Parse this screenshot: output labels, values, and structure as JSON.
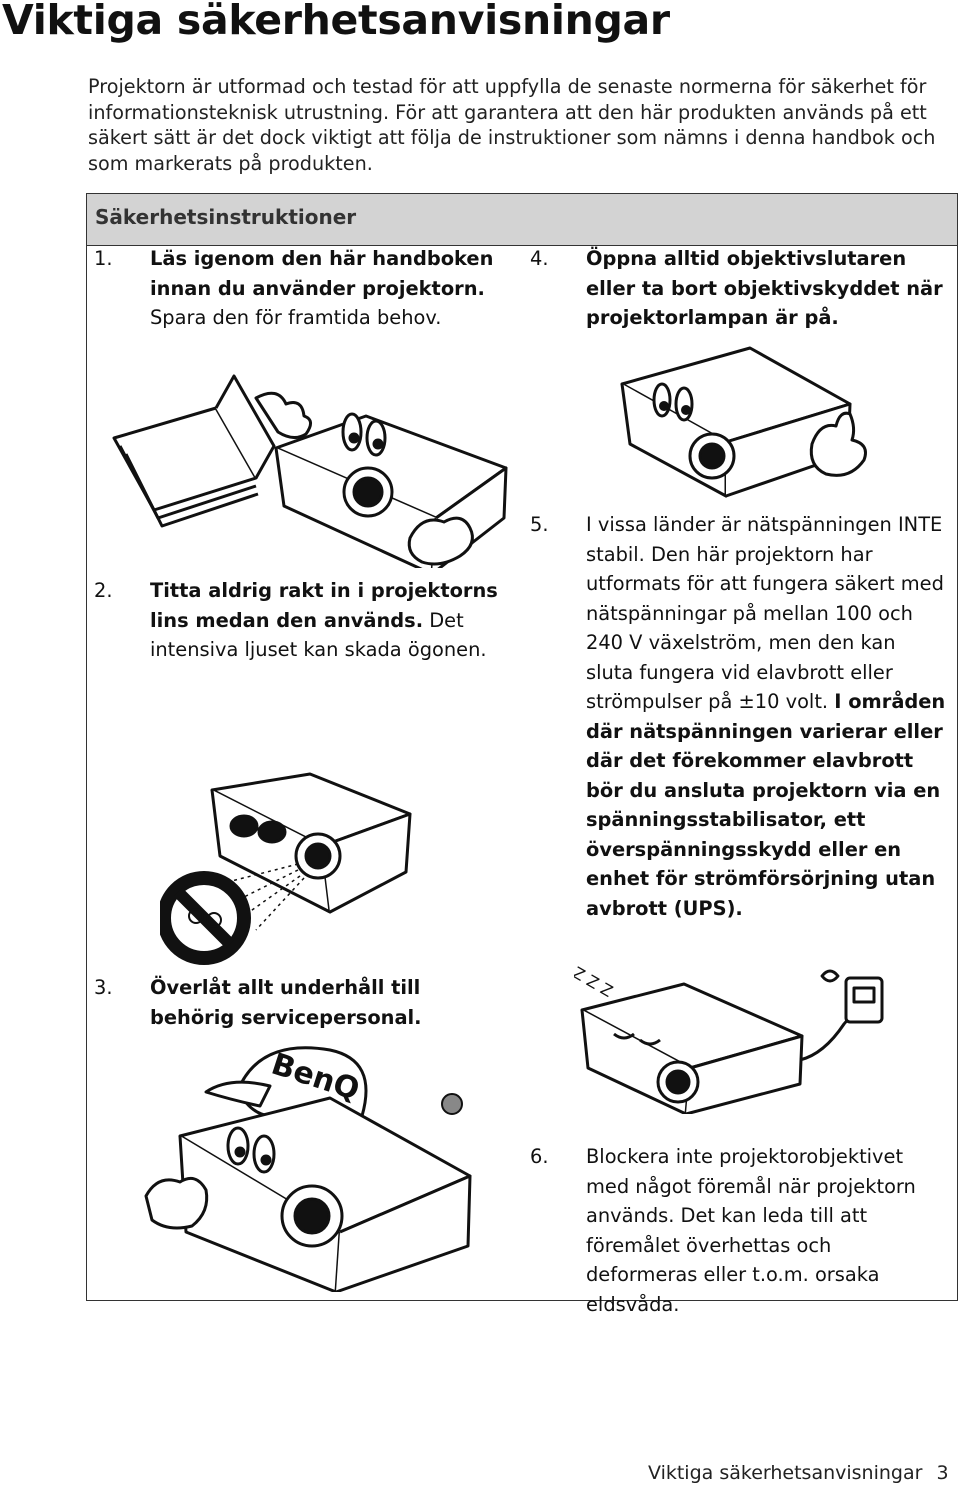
{
  "page": {
    "title": "Viktiga säkerhetsanvisningar",
    "intro": "Projektorn är utformad och testad för att uppfylla de senaste normerna för säkerhet för informationsteknisk utrustning. För att garantera att den här produkten används på ett säkert sätt är det dock viktigt att följa de instruktioner som nämns i denna handbok och som markerats på produkten."
  },
  "box": {
    "title": "Säkerhetsinstruktioner"
  },
  "items": [
    {
      "num": "1.",
      "bold": "Läs igenom den här handboken innan du använder projektorn.",
      "normal": " Spara den för framtida behov."
    },
    {
      "num": "2.",
      "bold": "Titta aldrig rakt in i projektorns lins medan den används.",
      "normal": " Det intensiva ljuset kan skada ögonen."
    },
    {
      "num": "3.",
      "bold": "Överlåt allt underhåll till behörig servicepersonal.",
      "normal": ""
    },
    {
      "num": "4.",
      "bold": "Öppna alltid objektivslutaren eller ta bort objektivskyddet när projektorlampan är på.",
      "normal": ""
    },
    {
      "num": "5.",
      "normal1": "I vissa länder är nätspänningen INTE stabil. Den här projektorn har utformats för att fungera säkert med nätspänningar på mellan 100 och 240 V växelström, men den kan sluta fungera vid elavbrott eller strömpulser på ±10 volt. ",
      "bold": "I områden där nätspänningen varierar eller där det förekommer elavbrott bör du ansluta projektorn via en spänningsstabilisator, ett överspänningsskydd eller en enhet för strömförsörjning utan avbrott (UPS)."
    },
    {
      "num": "6.",
      "normal": "Blockera inte projektorobjektivet med något föremål när projektorn används. Det kan leda till att föremålet överhettas och deformeras eller t.o.m. orsaka eldsvåda."
    }
  ],
  "illustrations": {
    "cap_logo": "BenQ",
    "snore": "Z Z Z"
  },
  "footer": {
    "section": "Viktiga säkerhetsanvisningar",
    "page_number": "3"
  }
}
